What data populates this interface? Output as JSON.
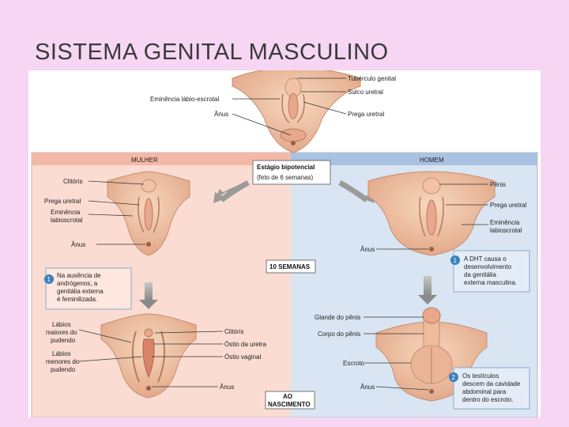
{
  "slide": {
    "title": "SISTEMA GENITAL MASCULINO"
  },
  "diagram": {
    "top_labels": {
      "tuberculo": "Tubérculo genital",
      "sulco": "Sulco uretral",
      "eminencia": "Eminência lábio-escrotal",
      "anus": "Ânus",
      "prega": "Prega uretral"
    },
    "headers": {
      "mulher": "MULHER",
      "homem": "HOMEM",
      "estagio_line1": "Estágio bipotencial",
      "estagio_line2": "(feto de 6 semanas)"
    },
    "female_10w": {
      "clitoris": "Clitóris",
      "prega": "Prega uretral",
      "eminencia_line1": "Eminência",
      "eminencia_line2": "labioscrotal",
      "anus": "Ânus"
    },
    "male_10w": {
      "penis": "Pênis",
      "prega": "Prega uretral",
      "eminencia_line1": "Eminência",
      "eminencia_line2": "labioscrotal",
      "anus": "Ânus"
    },
    "stage_10": "10 SEMANAS",
    "stage_birth_line1": "AO",
    "stage_birth_line2": "NASCIMENTO",
    "note_female": {
      "number": "1",
      "lines": [
        "Na ausência de",
        "andrógenos, a",
        "genitália externa",
        "é feminilizada."
      ]
    },
    "note_male_1": {
      "number": "1",
      "lines": [
        "A DHT causa o",
        "desenvolvimento",
        "da genitália",
        "externa masculina."
      ]
    },
    "note_male_2": {
      "number": "2",
      "lines": [
        "Os testículos",
        "descem da cavidade",
        "abdominal para",
        "dentro do escroto."
      ]
    },
    "female_birth": {
      "labios_maiores": [
        "Lábios",
        "maiores do",
        "pudendo"
      ],
      "labios_menores": [
        "Lábios",
        "menores do",
        "pudendo"
      ],
      "clitoris": "Clitóris",
      "ostio_uretra": "Óstio da uretra",
      "ostio_vaginal": "Óstio vaginal",
      "anus": "Ânus"
    },
    "male_birth": {
      "glande": "Glande do pênis",
      "corpo": "Corpo do pênis",
      "escroto": "Escroto",
      "anus": "Ânus"
    },
    "colors": {
      "female_panel": "#fbdcd2",
      "male_panel": "#d9e5f2",
      "note_female_bg": "#fde7df",
      "note_male_bg": "#e4edf7",
      "skin": "#f2c6a6",
      "skin_dark": "#d99a7d",
      "badge": "#3a7fbd",
      "border": "#8aa9cf"
    }
  }
}
